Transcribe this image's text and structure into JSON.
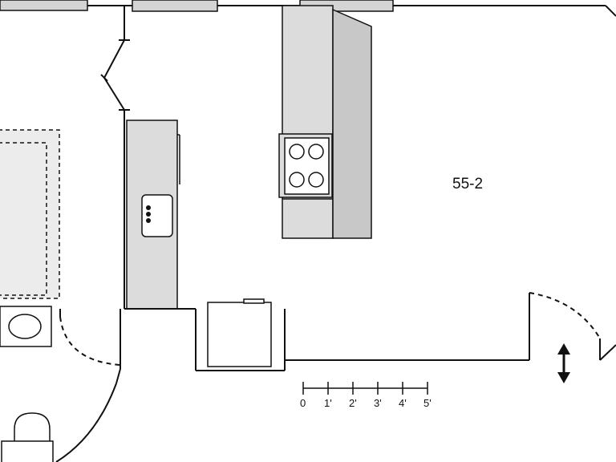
{
  "room_label": "55-2",
  "scale": {
    "ticks": [
      "0",
      "1'",
      "2'",
      "3'",
      "4'",
      "5'"
    ]
  },
  "fixtures": [
    "stove-cooktop",
    "kitchen-sink",
    "refrigerator",
    "bathroom-sink",
    "toilet",
    "bathtub",
    "sliding-door-arrow"
  ],
  "colors": {
    "wall": "#111111",
    "counter_fill": "#dcdcdc",
    "cabinet_fill": "#c8c8c8",
    "background": "#ffffff"
  }
}
